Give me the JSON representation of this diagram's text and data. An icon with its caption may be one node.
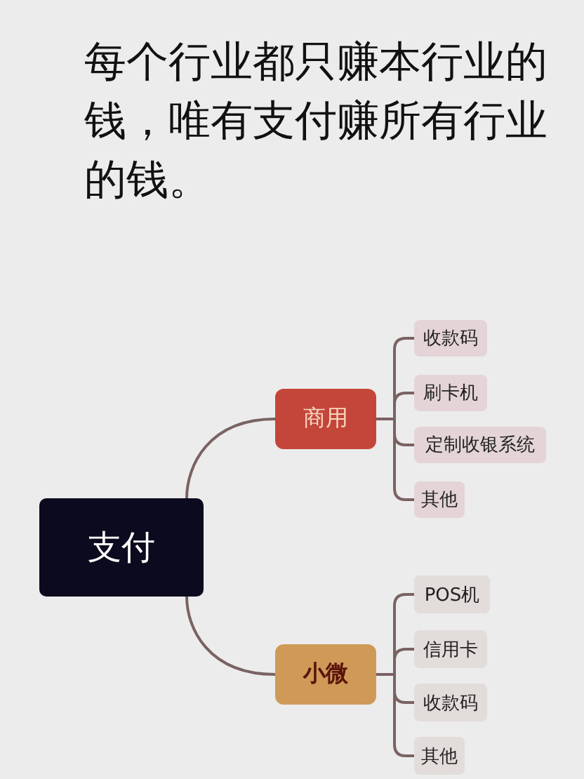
{
  "diagram": {
    "title": "每个行业都只赚本行业的钱，唯有支付赚所有行业的钱。",
    "nodes": [
      {
        "text": [
          "支付"
        ]
      },
      {
        "text": [
          "商用"
        ]
      },
      {
        "text": [
          "收款码"
        ]
      },
      {
        "text": [
          "刷卡机"
        ]
      },
      {
        "text": [
          "定制收银系统"
        ]
      },
      {
        "text": [
          "其他"
        ]
      },
      {
        "text": [
          "小微"
        ]
      },
      {
        "text": [
          "POS机"
        ]
      },
      {
        "text": [
          "信用卡"
        ]
      },
      {
        "text": [
          "收款码"
        ]
      },
      {
        "text": [
          "其他"
        ]
      }
    ],
    "edges": [
      {
        "from": 0,
        "to": 1,
        "arrow": "none"
      },
      {
        "from": 1,
        "to": 2,
        "arrow": "none"
      },
      {
        "from": 1,
        "to": 3,
        "arrow": "none"
      },
      {
        "from": 1,
        "to": 4,
        "arrow": "none"
      },
      {
        "from": 1,
        "to": 5,
        "arrow": "none"
      },
      {
        "from": 0,
        "to": 6,
        "arrow": "none"
      },
      {
        "from": 6,
        "to": 7,
        "arrow": "none"
      },
      {
        "from": 6,
        "to": 8,
        "arrow": "none"
      },
      {
        "from": 6,
        "to": 9,
        "arrow": "none"
      },
      {
        "from": 6,
        "to": 10,
        "arrow": "none"
      }
    ]
  }
}
